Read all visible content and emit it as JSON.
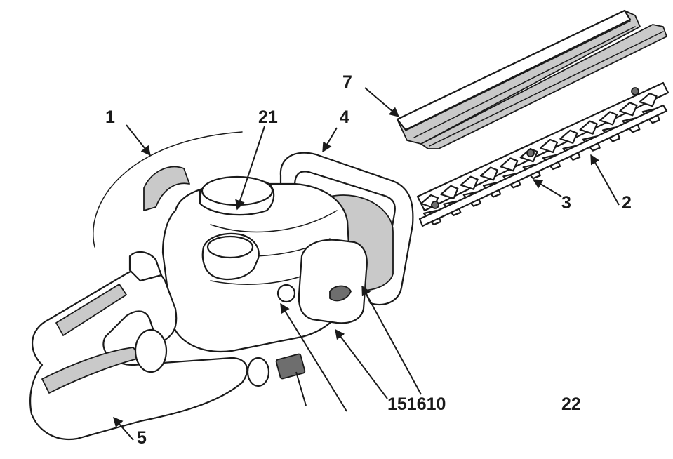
{
  "figure": {
    "labels": {
      "l1": "1",
      "l21": "21",
      "l4": "4",
      "l7": "7",
      "l3": "3",
      "l2": "2",
      "l5": "5",
      "l151610": "151610",
      "l22": "22"
    }
  }
}
